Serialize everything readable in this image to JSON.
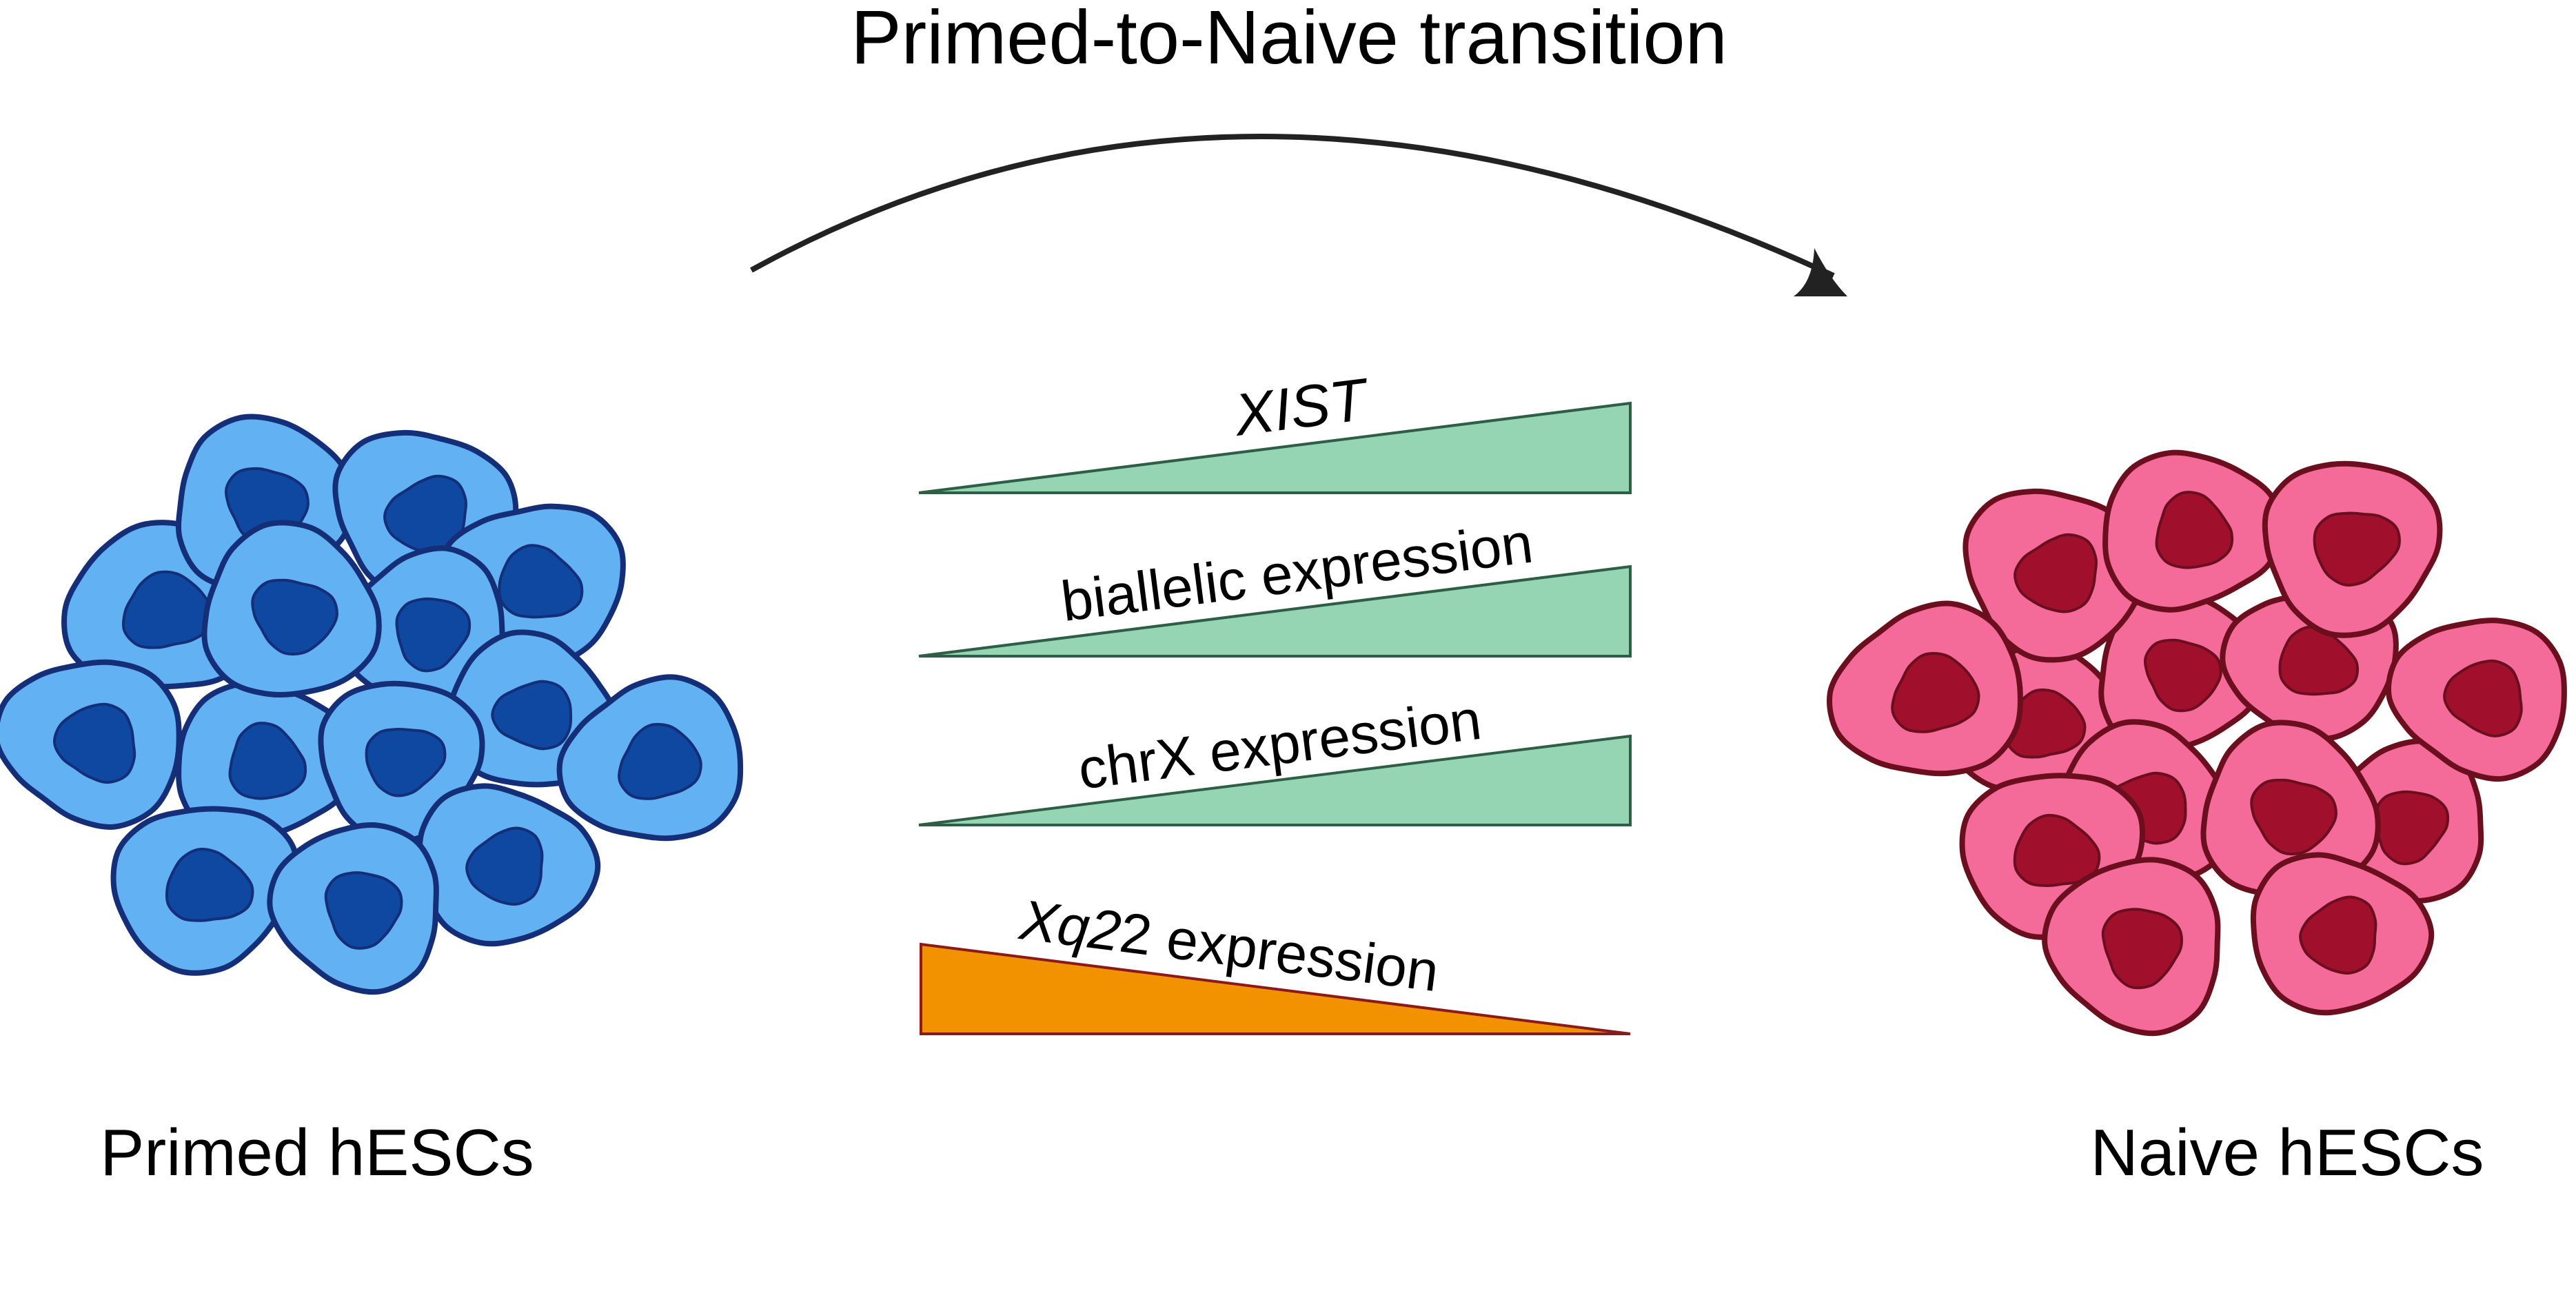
{
  "title": "Primed-to-Naive transition",
  "left_label": "Primed hESCs",
  "right_label": "Naive hESCs",
  "trends": [
    {
      "label": "XIST",
      "italic": true,
      "direction": "increasing",
      "color": "#95d5b3",
      "stroke": "#2e5e45"
    },
    {
      "label": "biallelic expression",
      "italic": false,
      "direction": "increasing",
      "color": "#95d5b3",
      "stroke": "#2e5e45"
    },
    {
      "label": "chrX expression",
      "italic": false,
      "direction": "increasing",
      "color": "#95d5b3",
      "stroke": "#2e5e45"
    },
    {
      "label": "Xq22 expression",
      "italic": true,
      "italic_chars": 3,
      "direction": "decreasing",
      "color": "#f39200",
      "stroke": "#8b1a1a"
    }
  ],
  "colors": {
    "primed_cell_fill": "#62b2f3",
    "primed_cell_stroke": "#142e78",
    "primed_nucleus": "#0f48a0",
    "naive_cell_fill": "#f46a99",
    "naive_cell_stroke": "#6b0f1f",
    "naive_nucleus": "#a0102c",
    "arrow": "#222222",
    "text": "#000000"
  },
  "icons": {
    "left": "primed-cell-cluster",
    "right": "naive-cell-cluster",
    "arrow": "transition-arrow"
  }
}
